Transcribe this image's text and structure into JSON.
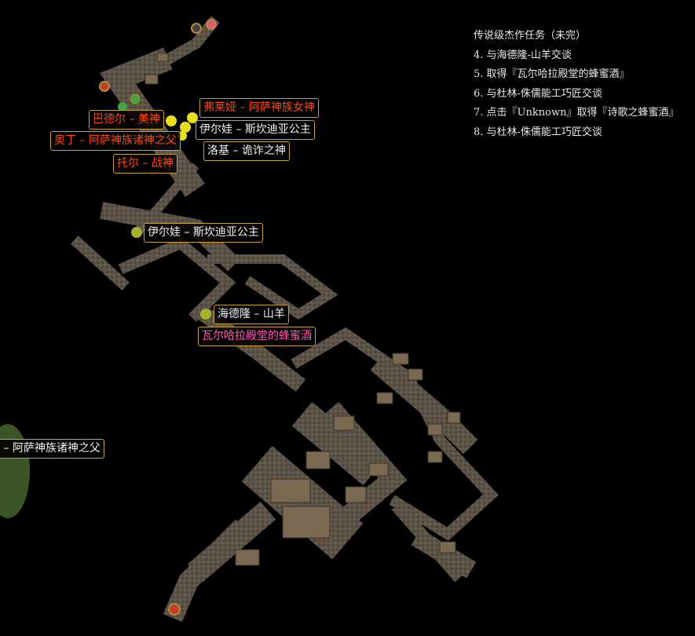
{
  "quest_panel": {
    "title": "传说级杰作任务（未完）",
    "steps": [
      "4. 与海德隆-山羊交谈",
      "5. 取得『瓦尔哈拉殿堂的蜂蜜酒』",
      "6. 与杜林-侏儒能工巧匠交谈",
      "7. 点击『Unknown』取得『诗歌之蜂蜜酒』",
      "8. 与杜林-侏儒能工巧匠交谈"
    ]
  },
  "map_labels": {
    "freya": "弗莱娅 – 阿萨神族女神",
    "baldr": "巴德尔 – 美神",
    "iduna_top": "伊尔娃 – 斯坎迪亚公主",
    "odin": "奥丁 – 阿萨神族诸神之父",
    "loki": "洛基 – 诡诈之神",
    "thor": "托尔 – 战神",
    "iduna_mid": "伊尔娃 – 斯坎迪亚公主",
    "heidrun": "海德隆 – 山羊",
    "valhalla_mead": "瓦尔哈拉殿堂的蜂蜜酒",
    "odin_offscreen": "奥丁 – 阿萨神族诸神之父"
  },
  "colors": {
    "npc_red": "#ff4a12",
    "npc_white": "#f2f2f2",
    "item_pink": "#ff5ab4",
    "label_border": "#c9a13a",
    "floor": "#5b5248"
  }
}
